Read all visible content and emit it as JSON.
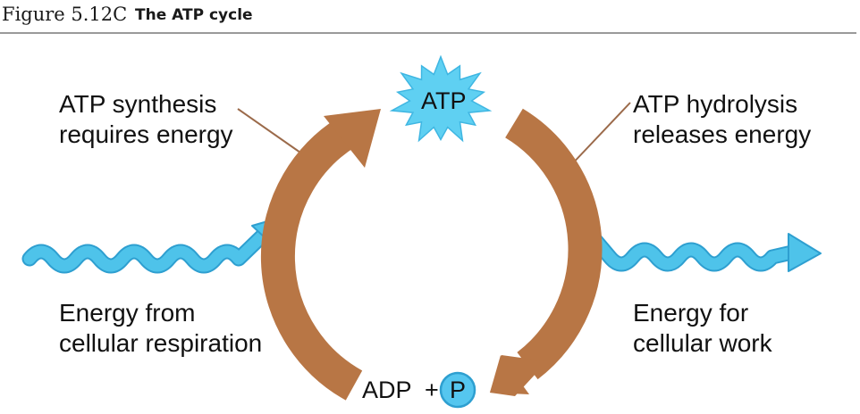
{
  "figure": {
    "number": "Figure 5.12C",
    "title": "The ATP cycle"
  },
  "diagram": {
    "center_node": "ATP",
    "bottom_node": {
      "left": "ADP",
      "plus": "+",
      "phosphate": "P"
    },
    "labels": {
      "synthesis_line1": "ATP synthesis",
      "synthesis_line2": "requires energy",
      "hydrolysis_line1": "ATP hydrolysis",
      "hydrolysis_line2": "releases energy",
      "input_line1": "Energy from",
      "input_line2": "cellular respiration",
      "output_line1": "Energy for",
      "output_line2": "cellular work"
    },
    "colors": {
      "cycle_arrow": "#b87645",
      "energy_wave": "#4ec3ea",
      "energy_wave_outline": "#2e9fd0",
      "atp_burst": "#5fd0f2",
      "phosphate_circle": "#55c6ef",
      "leader_line": "#9b6a4a"
    }
  }
}
